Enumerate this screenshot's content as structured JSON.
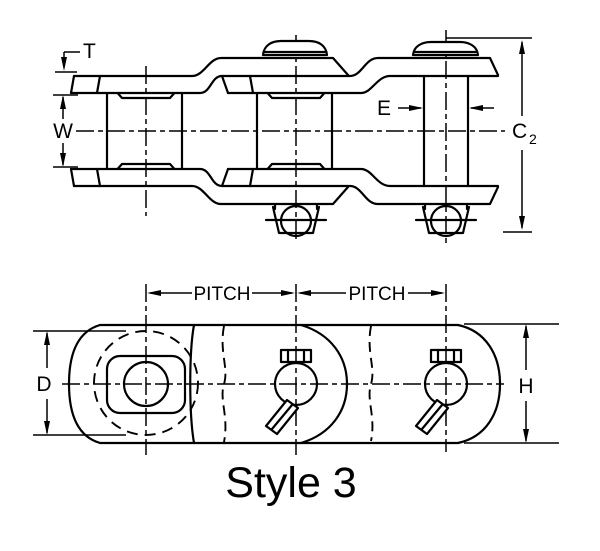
{
  "drawing": {
    "caption": "Style 3",
    "side_view": {
      "labels": {
        "thickness": "T",
        "width_between_sidebars": "W",
        "pin_diameter": "E",
        "overall_height_base": "C",
        "overall_height_sub": "2"
      }
    },
    "top_view": {
      "labels": {
        "pitch_first": "PITCH",
        "pitch_second": "PITCH",
        "barrel_diameter": "D",
        "sidebar_height": "H"
      }
    }
  },
  "colors": {
    "line": "#000000",
    "background": "#ffffff"
  }
}
